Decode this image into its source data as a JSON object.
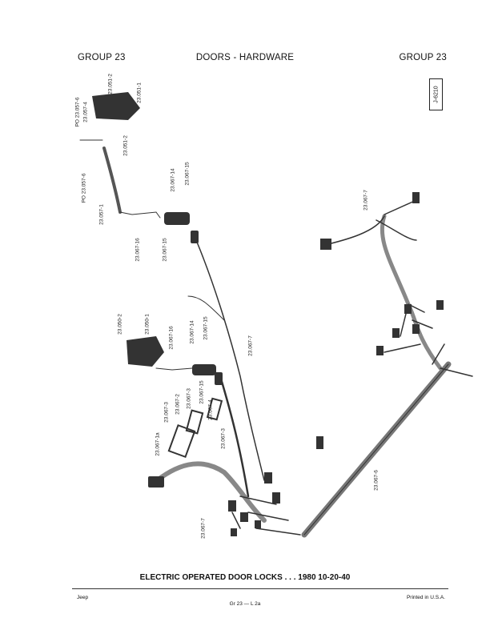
{
  "header": {
    "left": "GROUP 23",
    "center": "DOORS - HARDWARE",
    "right": "GROUP 23"
  },
  "figure_ref": "J-6210",
  "callouts": [
    "23.051-2",
    "23.051-1",
    "PO 23.057-6",
    "23.057-4",
    "23.051-2",
    "PO 23.057-6",
    "23.057-1",
    "23.067-16",
    "23.067-14",
    "23.067-15",
    "23.067-15",
    "23.067-7",
    "23.050-2",
    "23.050-1",
    "23.067-16",
    "23.067-14",
    "23.067-15",
    "23.067-7",
    "23.067-3",
    "23.067-2",
    "23.067-3",
    "23.067-15",
    "23.067-4",
    "23.067-3",
    "23.067-1a",
    "23.067-7",
    "23.067-6"
  ],
  "caption": "ELECTRIC OPERATED DOOR LOCKS . . . 1980  10-20-40",
  "footer": {
    "left": "Jeep",
    "center": "Gr 23 — L 2a",
    "right": "Printed  in U.S.A."
  }
}
